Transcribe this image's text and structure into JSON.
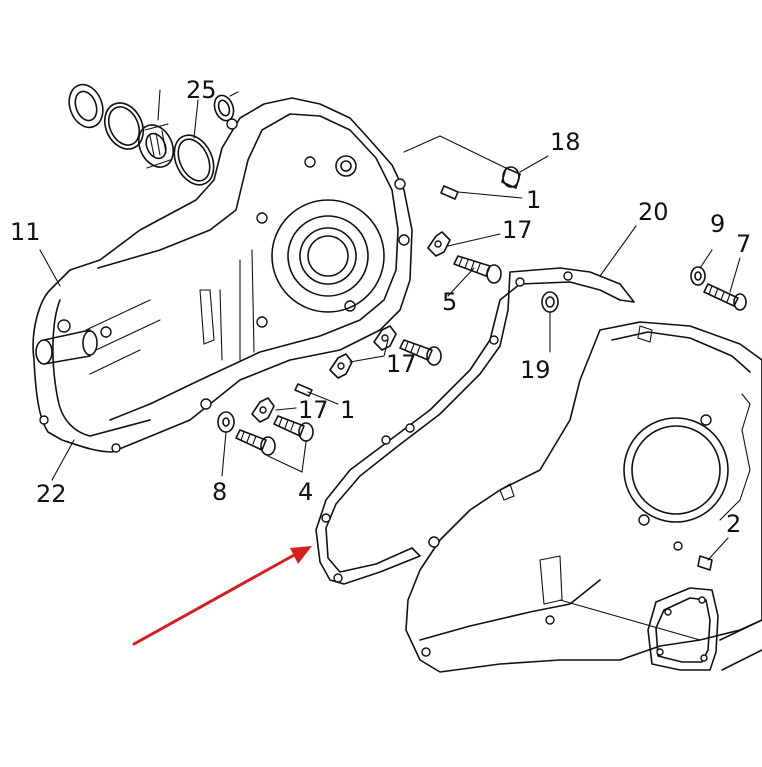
{
  "diagram": {
    "callouts": [
      {
        "id": "c-25",
        "text": "25"
      },
      {
        "id": "c-18",
        "text": "18"
      },
      {
        "id": "c-1a",
        "text": "1"
      },
      {
        "id": "c-11",
        "text": "11"
      },
      {
        "id": "c-17a",
        "text": "17"
      },
      {
        "id": "c-20",
        "text": "20"
      },
      {
        "id": "c-9",
        "text": "9"
      },
      {
        "id": "c-7",
        "text": "7"
      },
      {
        "id": "c-5",
        "text": "5"
      },
      {
        "id": "c-17b",
        "text": "17"
      },
      {
        "id": "c-19",
        "text": "19"
      },
      {
        "id": "c-17c",
        "text": "17"
      },
      {
        "id": "c-1b",
        "text": "1"
      },
      {
        "id": "c-2",
        "text": "2"
      },
      {
        "id": "c-8",
        "text": "8"
      },
      {
        "id": "c-4",
        "text": "4"
      },
      {
        "id": "c-22",
        "text": "22"
      }
    ],
    "colors": {
      "line": "#111111",
      "background": "#ffffff",
      "arrow": "#d42020"
    }
  }
}
